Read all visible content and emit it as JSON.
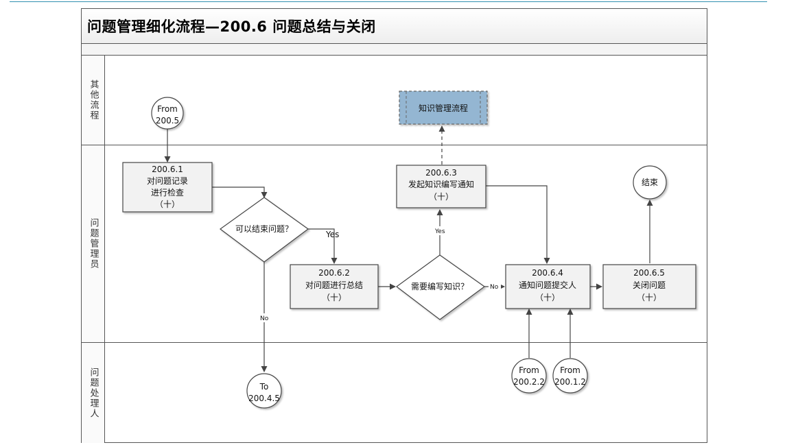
{
  "title": "问题管理细化流程—200.6 问题总结与关闭",
  "lanes": [
    "其他流程",
    "问题管理员",
    "问题处理人"
  ],
  "nodes": {
    "from_2005": [
      "From",
      "200.5"
    ],
    "knowledge": "知识管理流程",
    "n2061": [
      "200.6.1",
      "对问题记录",
      "进行检查",
      "（十）"
    ],
    "d_close": "可以结束问题？",
    "n2062": [
      "200.6.2",
      "对问题进行总结",
      "（十）"
    ],
    "d_knowledge": "需要编写知识？",
    "n2063": [
      "200.6.3",
      "发起知识编写通知",
      "（十）"
    ],
    "n2064": [
      "200.6.4",
      "通知问题提交人",
      "（十）"
    ],
    "n2065": [
      "200.6.5",
      "关闭问题",
      "（十）"
    ],
    "end": "结束",
    "to_2045": [
      "To",
      "200.4.5"
    ],
    "from_2022": [
      "From",
      "200.2.2"
    ],
    "from_2012": [
      "From",
      "200.1.2"
    ]
  },
  "edge_labels": {
    "yes1": "Yes",
    "no1": "No",
    "yes2": "Yes",
    "no2": "No"
  },
  "colors": {
    "box_fill": "#f2f2f2",
    "knowledge_fill": "#94b6d2",
    "stroke": "#444444",
    "frame": "#555555",
    "accent_line": "#2e8fb0"
  }
}
